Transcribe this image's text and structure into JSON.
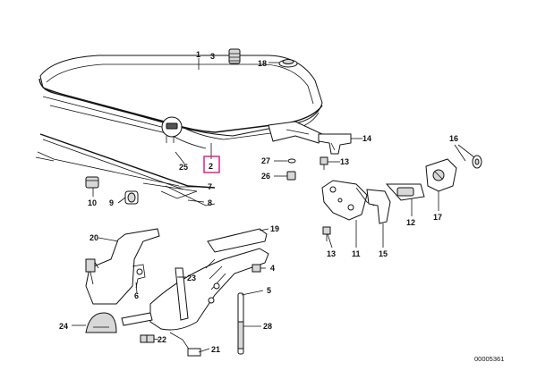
{
  "callouts": [
    "1",
    "2",
    "3",
    "4",
    "5",
    "6",
    "7",
    "8",
    "9",
    "10",
    "11",
    "12",
    "13",
    "13",
    "14",
    "15",
    "16",
    "17",
    "18",
    "19",
    "20",
    "21",
    "22",
    "23",
    "24",
    "25",
    "26",
    "27",
    "28"
  ],
  "highlighted_callout": "2",
  "highlight_color": "#e0218a",
  "reference_number": "00005361"
}
